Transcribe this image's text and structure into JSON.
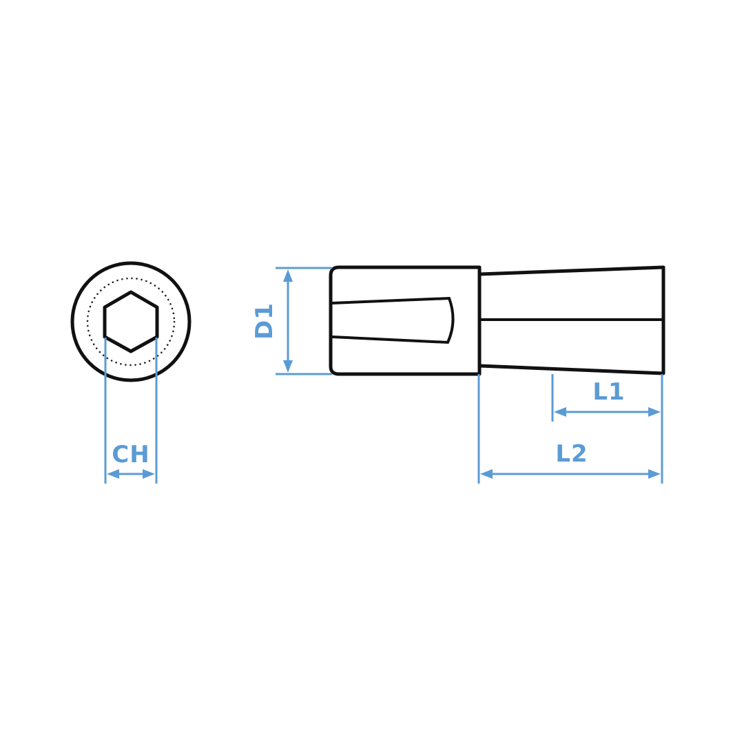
{
  "colors": {
    "outline": "#111111",
    "dimension": "#5b9bd5",
    "background": "#ffffff"
  },
  "labels": {
    "ch": "CH",
    "d1": "D1",
    "l1": "L1",
    "l2": "L2"
  }
}
